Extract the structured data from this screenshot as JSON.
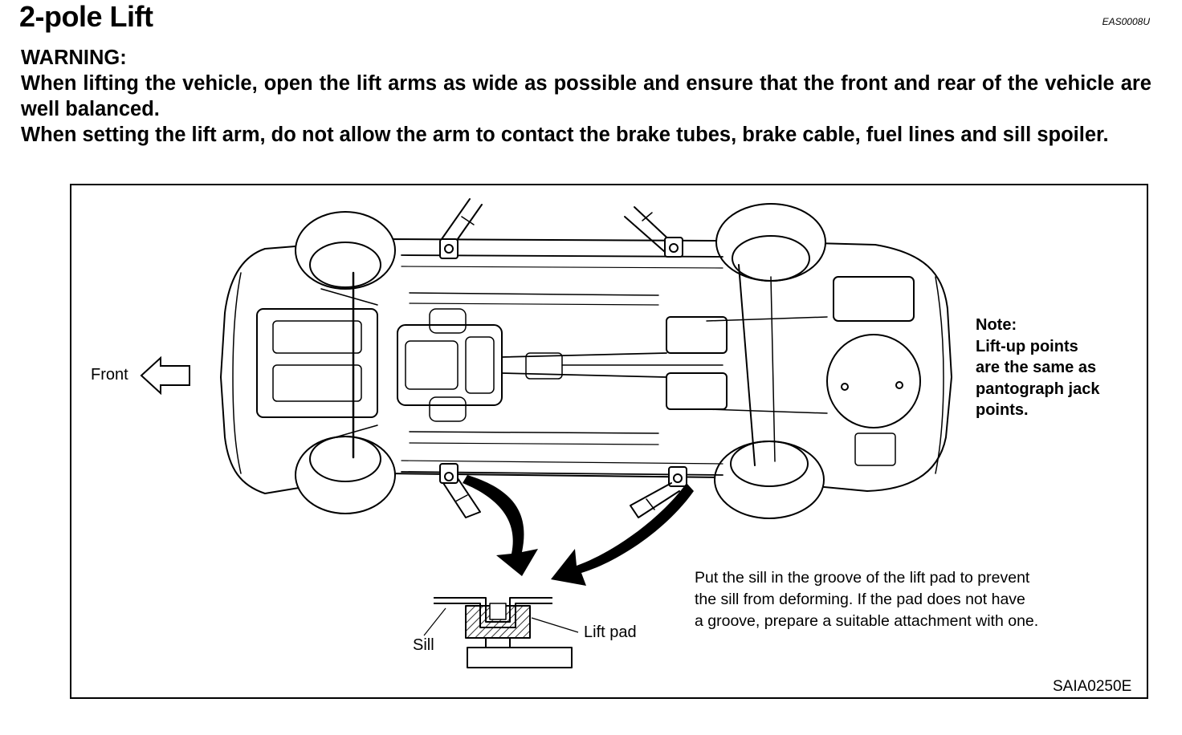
{
  "header": {
    "title": "2-pole Lift",
    "doc_code": "EAS0008U"
  },
  "warning": {
    "label": "WARNING:",
    "line1": "When lifting the vehicle, open the lift arms as wide as possible and ensure that the front and rear of the vehicle are well balanced.",
    "line2": "When setting the lift arm, do not allow the arm to contact the brake tubes, brake cable, fuel lines and sill spoiler."
  },
  "figure": {
    "front_label": "Front",
    "note": {
      "heading": "Note:",
      "lines": [
        "Lift-up points",
        "are the same as",
        "pantograph jack",
        "points."
      ]
    },
    "description": [
      "Put the sill in the groove of the lift pad to prevent",
      "the sill from deforming. If the pad does not have",
      "a groove, prepare a suitable attachment with one."
    ],
    "sill_label": "Sill",
    "lift_pad_label": "Lift pad",
    "figure_code": "SAIA0250E"
  }
}
